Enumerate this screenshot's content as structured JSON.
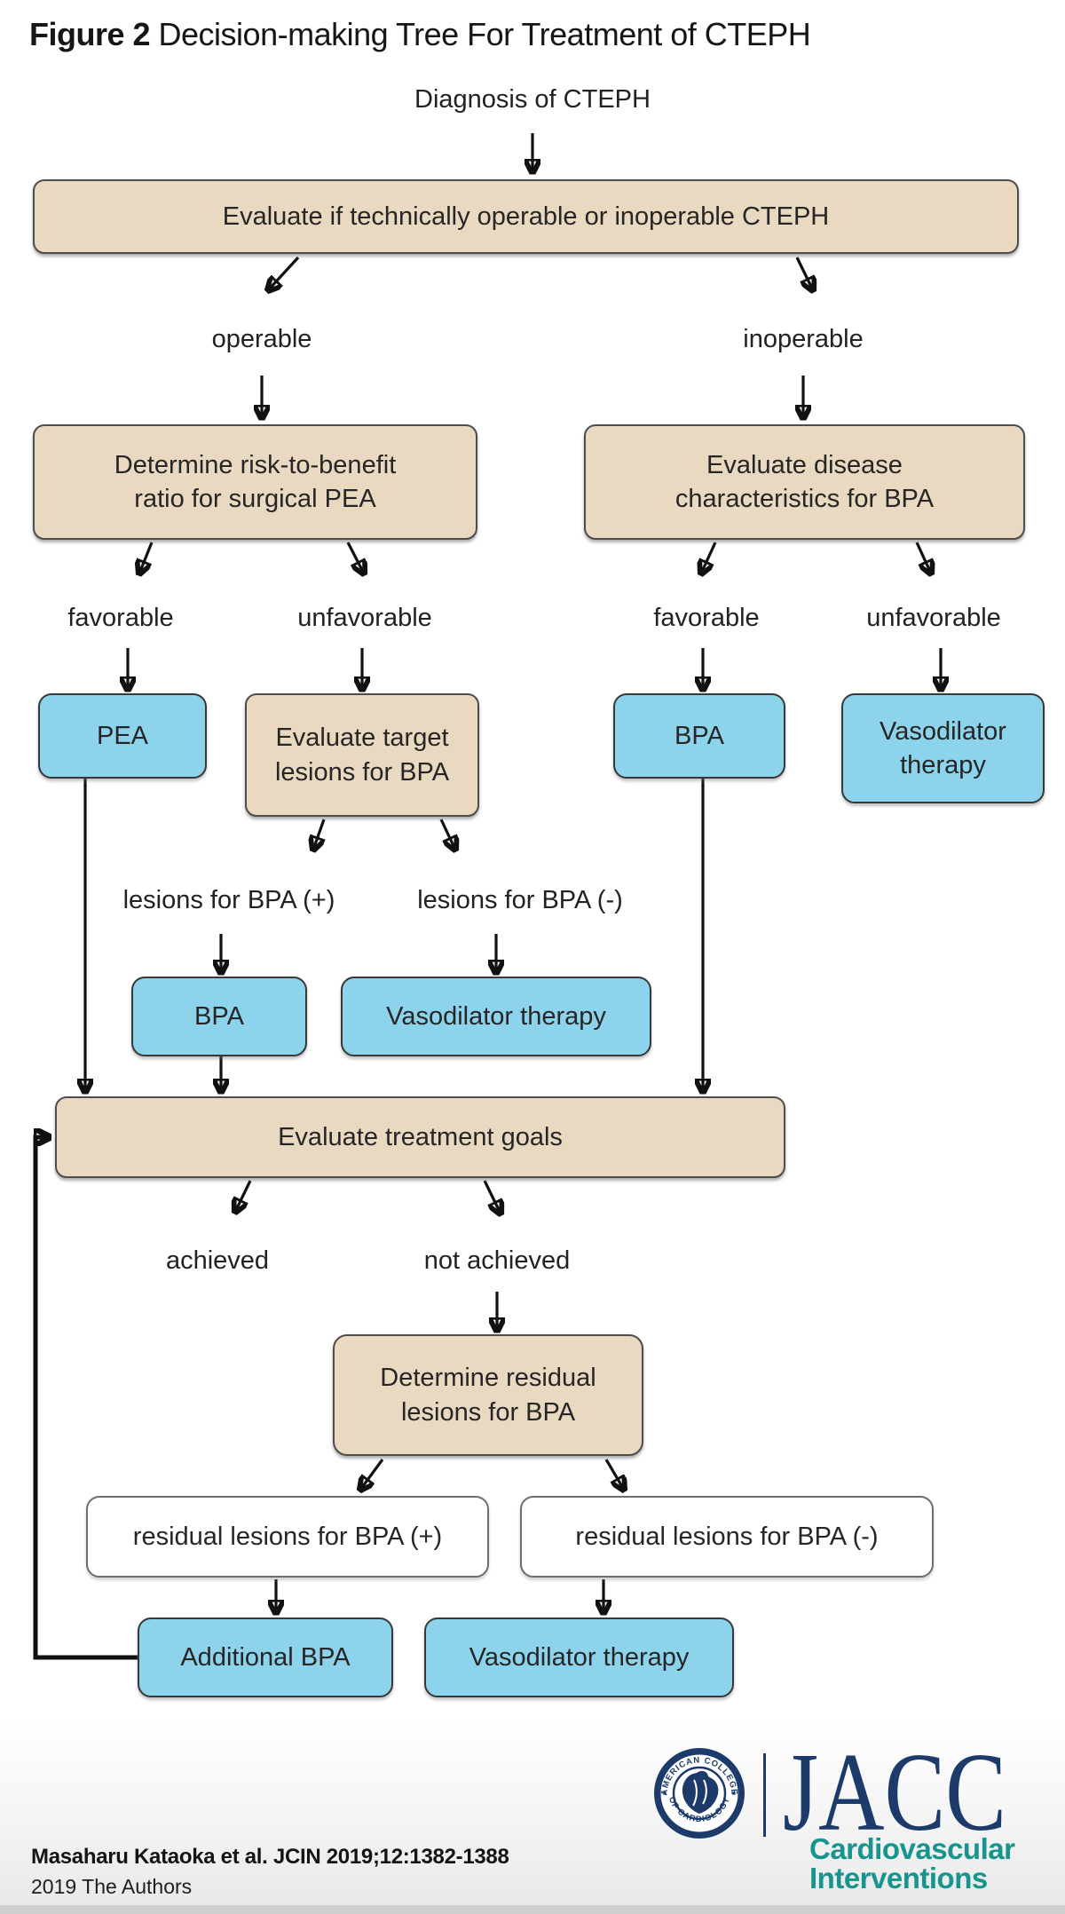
{
  "figure": {
    "title_prefix": "Figure 2",
    "title_text": " Decision-making Tree For Treatment of CTEPH"
  },
  "nodes": {
    "diagnosis": "Diagnosis of CTEPH",
    "evaluate_operability": "Evaluate if technically operable or inoperable CTEPH",
    "risk_benefit": "Determine risk-to-benefit\nratio for surgical PEA",
    "disease_characteristics": "Evaluate disease\ncharacteristics for BPA",
    "pea": "PEA",
    "target_lesions": "Evaluate target\nlesions for BPA",
    "bpa_favorable": "BPA",
    "vasodilator_unfavorable": "Vasodilator\ntherapy",
    "bpa_lesions_pos": "BPA",
    "vasodilator_lesions_neg": "Vasodilator therapy",
    "treatment_goals": "Evaluate treatment goals",
    "residual_lesions": "Determine residual\nlesions for BPA",
    "residual_pos": "residual lesions for BPA (+)",
    "residual_neg": "residual lesions for BPA (-)",
    "additional_bpa": "Additional BPA",
    "vasodilator_residual_neg": "Vasodilator therapy"
  },
  "branch_labels": {
    "operable": "operable",
    "inoperable": "inoperable",
    "favorable_left": "favorable",
    "unfavorable_left": "unfavorable",
    "favorable_right": "favorable",
    "unfavorable_right": "unfavorable",
    "lesions_pos": "lesions for BPA (+)",
    "lesions_neg": "lesions for BPA (-)",
    "achieved": "achieved",
    "not_achieved": "not achieved"
  },
  "footer": {
    "citation": "Masaharu Kataoka et al. JCIN 2019;12:1382-1388",
    "copyright": "2019 The Authors"
  },
  "logo": {
    "seal_top": "AMERICAN COLLEGE",
    "seal_bottom": "OF CARDIOLOGY",
    "journal": "JACC",
    "subtitle_line1": "Cardiovascular",
    "subtitle_line2": "Interventions"
  },
  "colors": {
    "tan_box": "#ead9c1",
    "blue_box": "#8dd3eb",
    "navy": "#1c3b6b",
    "teal": "#17948d",
    "line": "#111111"
  }
}
